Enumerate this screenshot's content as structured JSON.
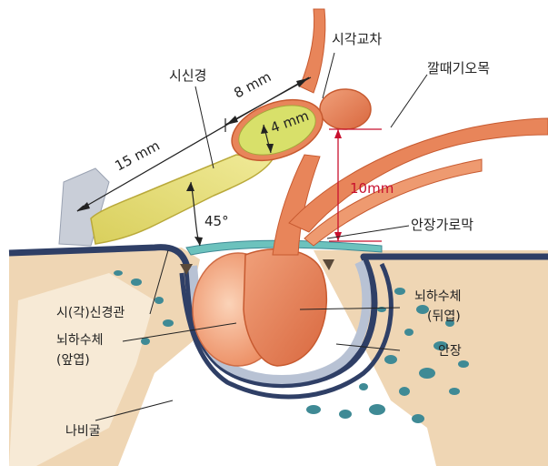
{
  "labels": {
    "optic_chiasm": "시각교차",
    "optic_nerve": "시신경",
    "infundibulum": "깔때기오목",
    "len_8": "8 mm",
    "len_4": "4 mm",
    "len_15": "15 mm",
    "len_10": "10mm",
    "angle_45": "45°",
    "diaphragma_sellae": "안장가로막",
    "optic_canal": "시(각)신경관",
    "pituitary_anterior_1": "뇌하수체",
    "pituitary_anterior_2": "(앞엽)",
    "pituitary_posterior_1": "뇌하수체",
    "pituitary_posterior_2": "(뒤엽)",
    "sella": "안장",
    "sphenoid_sinus": "나비굴"
  },
  "colors": {
    "nerve_orange": "#e8855a",
    "nerve_yellow": "#e8e07a",
    "bone_tan": "#efd6b4",
    "dura_navy": "#2f3f66",
    "measure_red": "#c8102e",
    "sinus_teal": "#3f8a95"
  }
}
